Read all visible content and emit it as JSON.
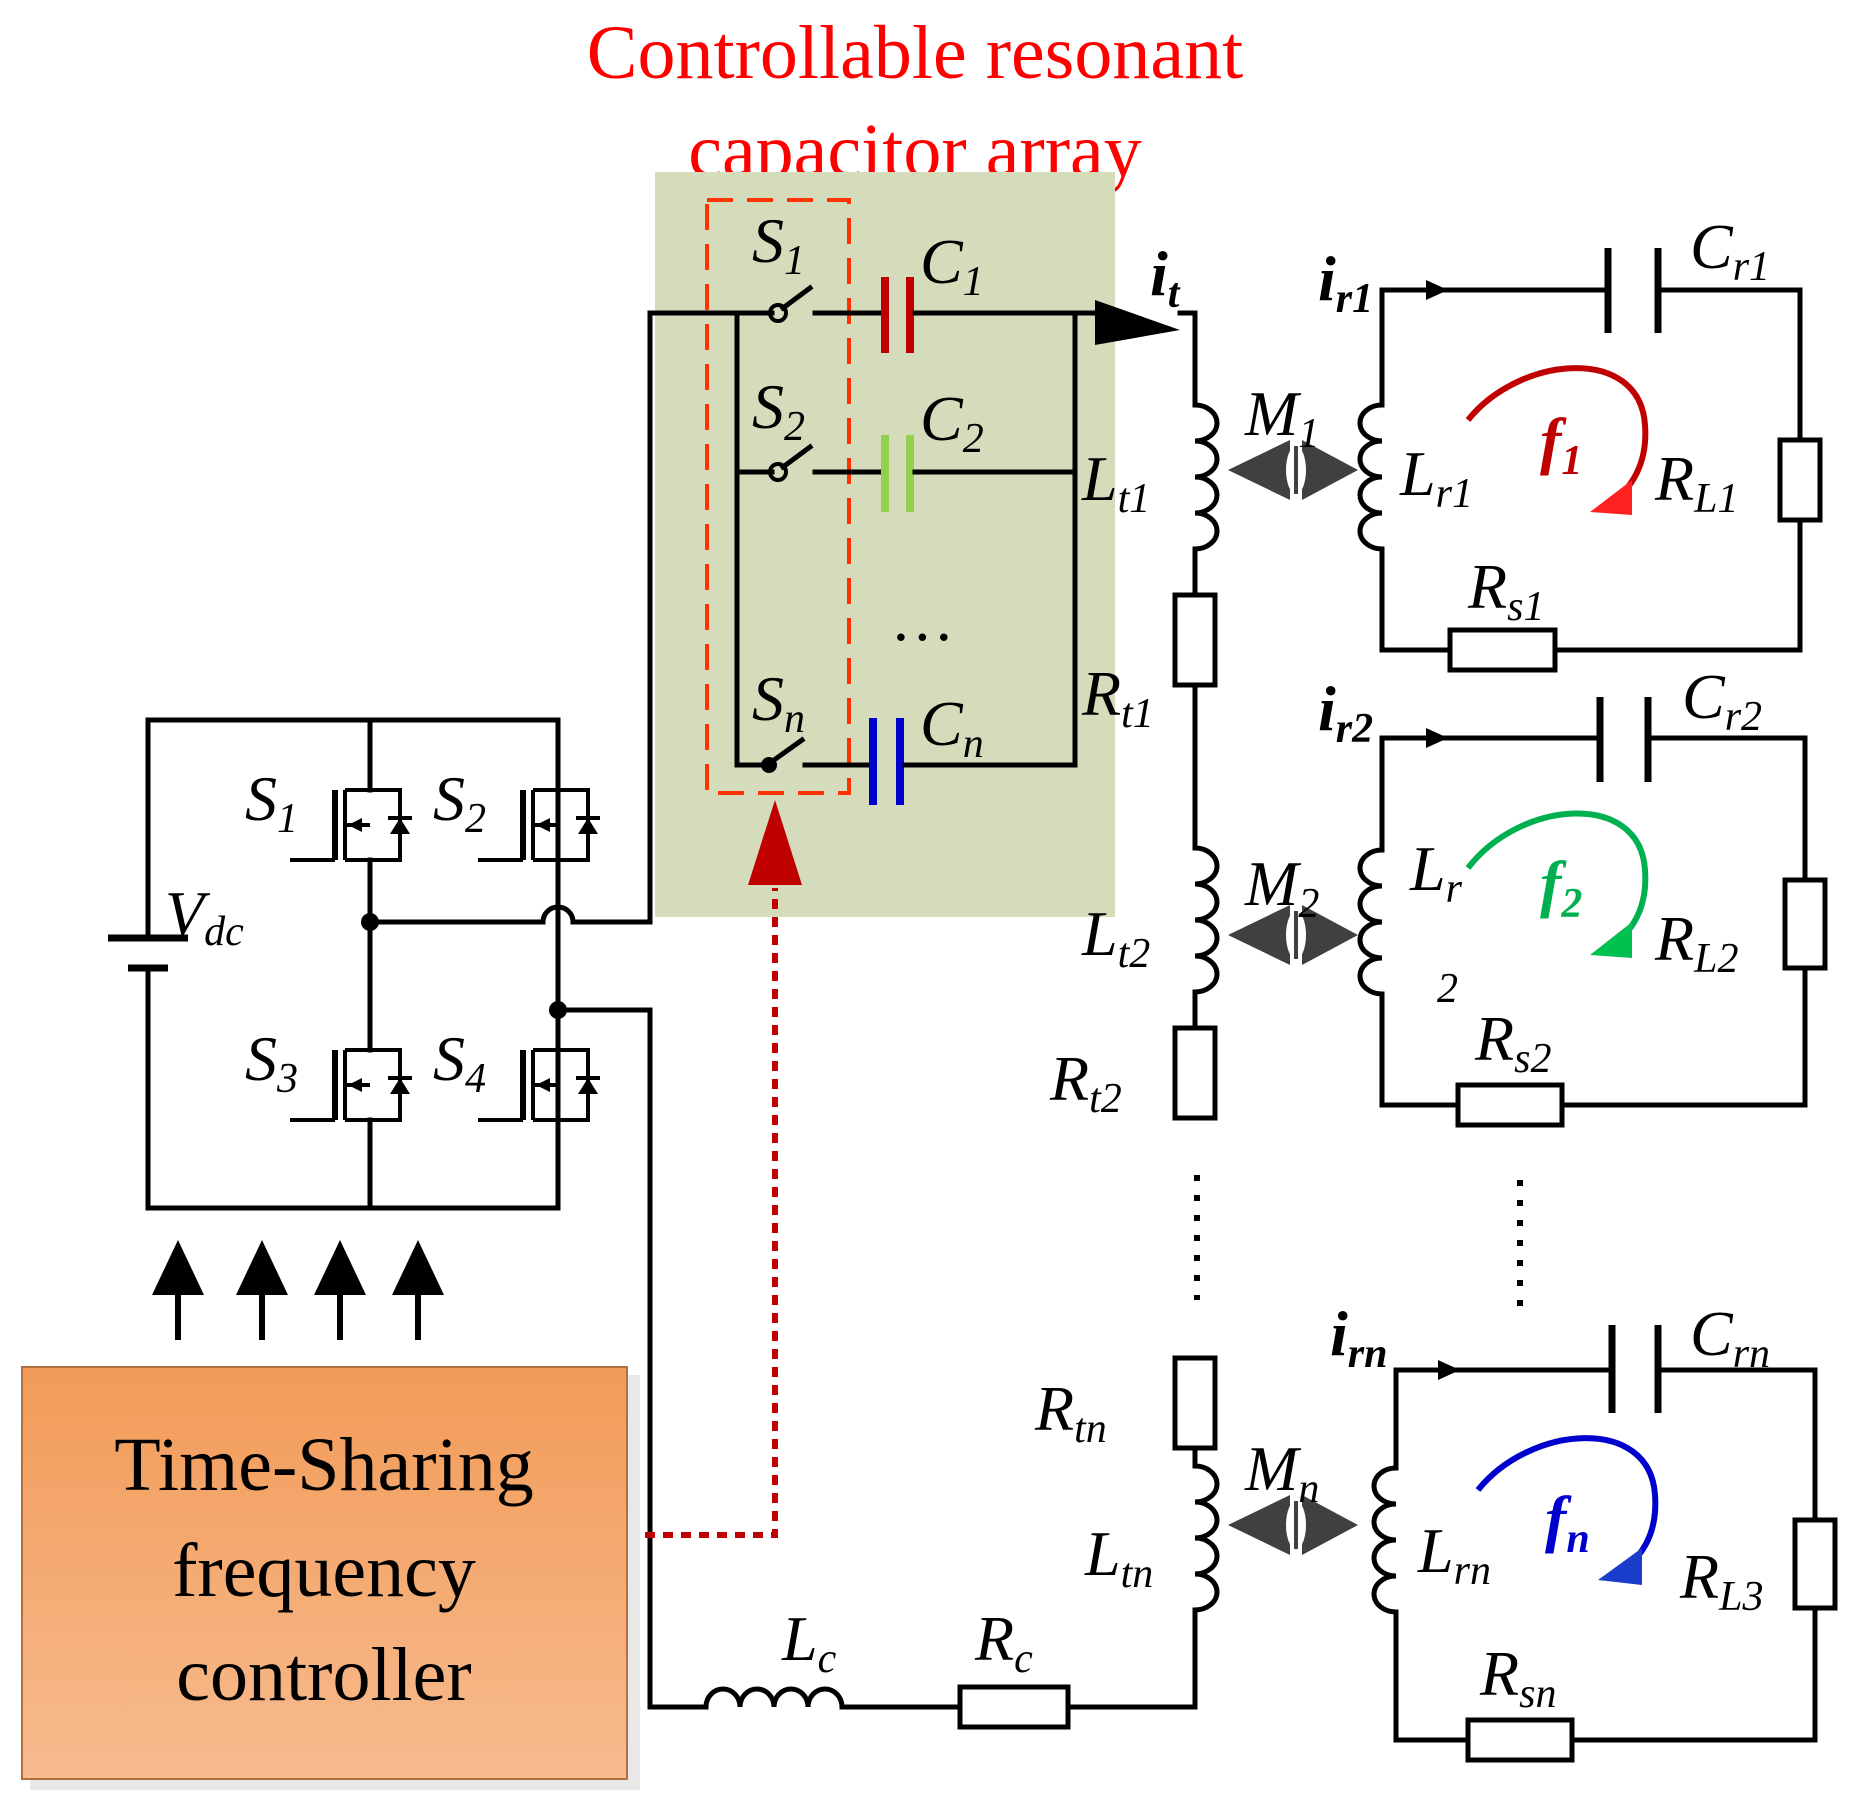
{
  "title": {
    "line1": "Controllable resonant",
    "line2": "capacitor array"
  },
  "controller": {
    "line1": "Time-Sharing",
    "line2": "frequency",
    "line3": "controller"
  },
  "labels": {
    "vdc": {
      "main": "V",
      "sub": "dc"
    },
    "bridge_s1": {
      "main": "S",
      "sub": "1"
    },
    "bridge_s2": {
      "main": "S",
      "sub": "2"
    },
    "bridge_s3": {
      "main": "S",
      "sub": "3"
    },
    "bridge_s4": {
      "main": "S",
      "sub": "4"
    },
    "arr_s1": {
      "main": "S",
      "sub": "1"
    },
    "arr_s2": {
      "main": "S",
      "sub": "2"
    },
    "arr_sn": {
      "main": "S",
      "sub": "n"
    },
    "arr_c1": {
      "main": "C",
      "sub": "1"
    },
    "arr_c2": {
      "main": "C",
      "sub": "2"
    },
    "arr_cn": {
      "main": "C",
      "sub": "n"
    },
    "arr_dots": "…",
    "it": {
      "main": "i",
      "sub": "t"
    },
    "lt1": {
      "main": "L",
      "sub": "t1"
    },
    "rt1": {
      "main": "R",
      "sub": "t1"
    },
    "lt2": {
      "main": "L",
      "sub": "t2"
    },
    "rt2": {
      "main": "R",
      "sub": "t2"
    },
    "rtn": {
      "main": "R",
      "sub": "tn"
    },
    "ltn": {
      "main": "L",
      "sub": "tn"
    },
    "lc": {
      "main": "L",
      "sub": "c"
    },
    "rc": {
      "main": "R",
      "sub": "c"
    },
    "m1": {
      "main": "M",
      "sub": "1"
    },
    "m2": {
      "main": "M",
      "sub": "2"
    },
    "mn": {
      "main": "M",
      "sub": "n"
    },
    "ir1": {
      "main": "i",
      "sub": "r1"
    },
    "ir2": {
      "main": "i",
      "sub": "r2"
    },
    "irn": {
      "main": "i",
      "sub": "rn"
    },
    "cr1": {
      "main": "C",
      "sub": "r1"
    },
    "cr2": {
      "main": "C",
      "sub": "r2"
    },
    "crn": {
      "main": "C",
      "sub": "rn"
    },
    "lr1": {
      "main": "L",
      "sub": "r1"
    },
    "lr2": {
      "main": "L",
      "sub": "r"
    },
    "lr2_extra": "2",
    "lrn": {
      "main": "L",
      "sub": "rn"
    },
    "rl1": {
      "main": "R",
      "sub": "L1"
    },
    "rl2": {
      "main": "R",
      "sub": "L2"
    },
    "rl3": {
      "main": "R",
      "sub": "L3"
    },
    "rs1": {
      "main": "R",
      "sub": "s1"
    },
    "rs2": {
      "main": "R",
      "sub": "s2"
    },
    "rsn": {
      "main": "R",
      "sub": "sn"
    },
    "f1": {
      "main": "f",
      "sub": "1"
    },
    "f2": {
      "main": "f",
      "sub": "2"
    },
    "fn": {
      "main": "f",
      "sub": "n"
    }
  },
  "colors": {
    "title": "#ff0000",
    "array_bg": "#d5dcbc",
    "dashed_box": "#ff3300",
    "control_arrow": "#c00000",
    "c1": "#c00000",
    "c2": "#92d050",
    "cn": "#0000cc",
    "f1": "#c00000",
    "f2": "#00b050",
    "fn": "#0000cc",
    "controller_fill": "#f6a870",
    "coupling_arrow": "#404040"
  }
}
